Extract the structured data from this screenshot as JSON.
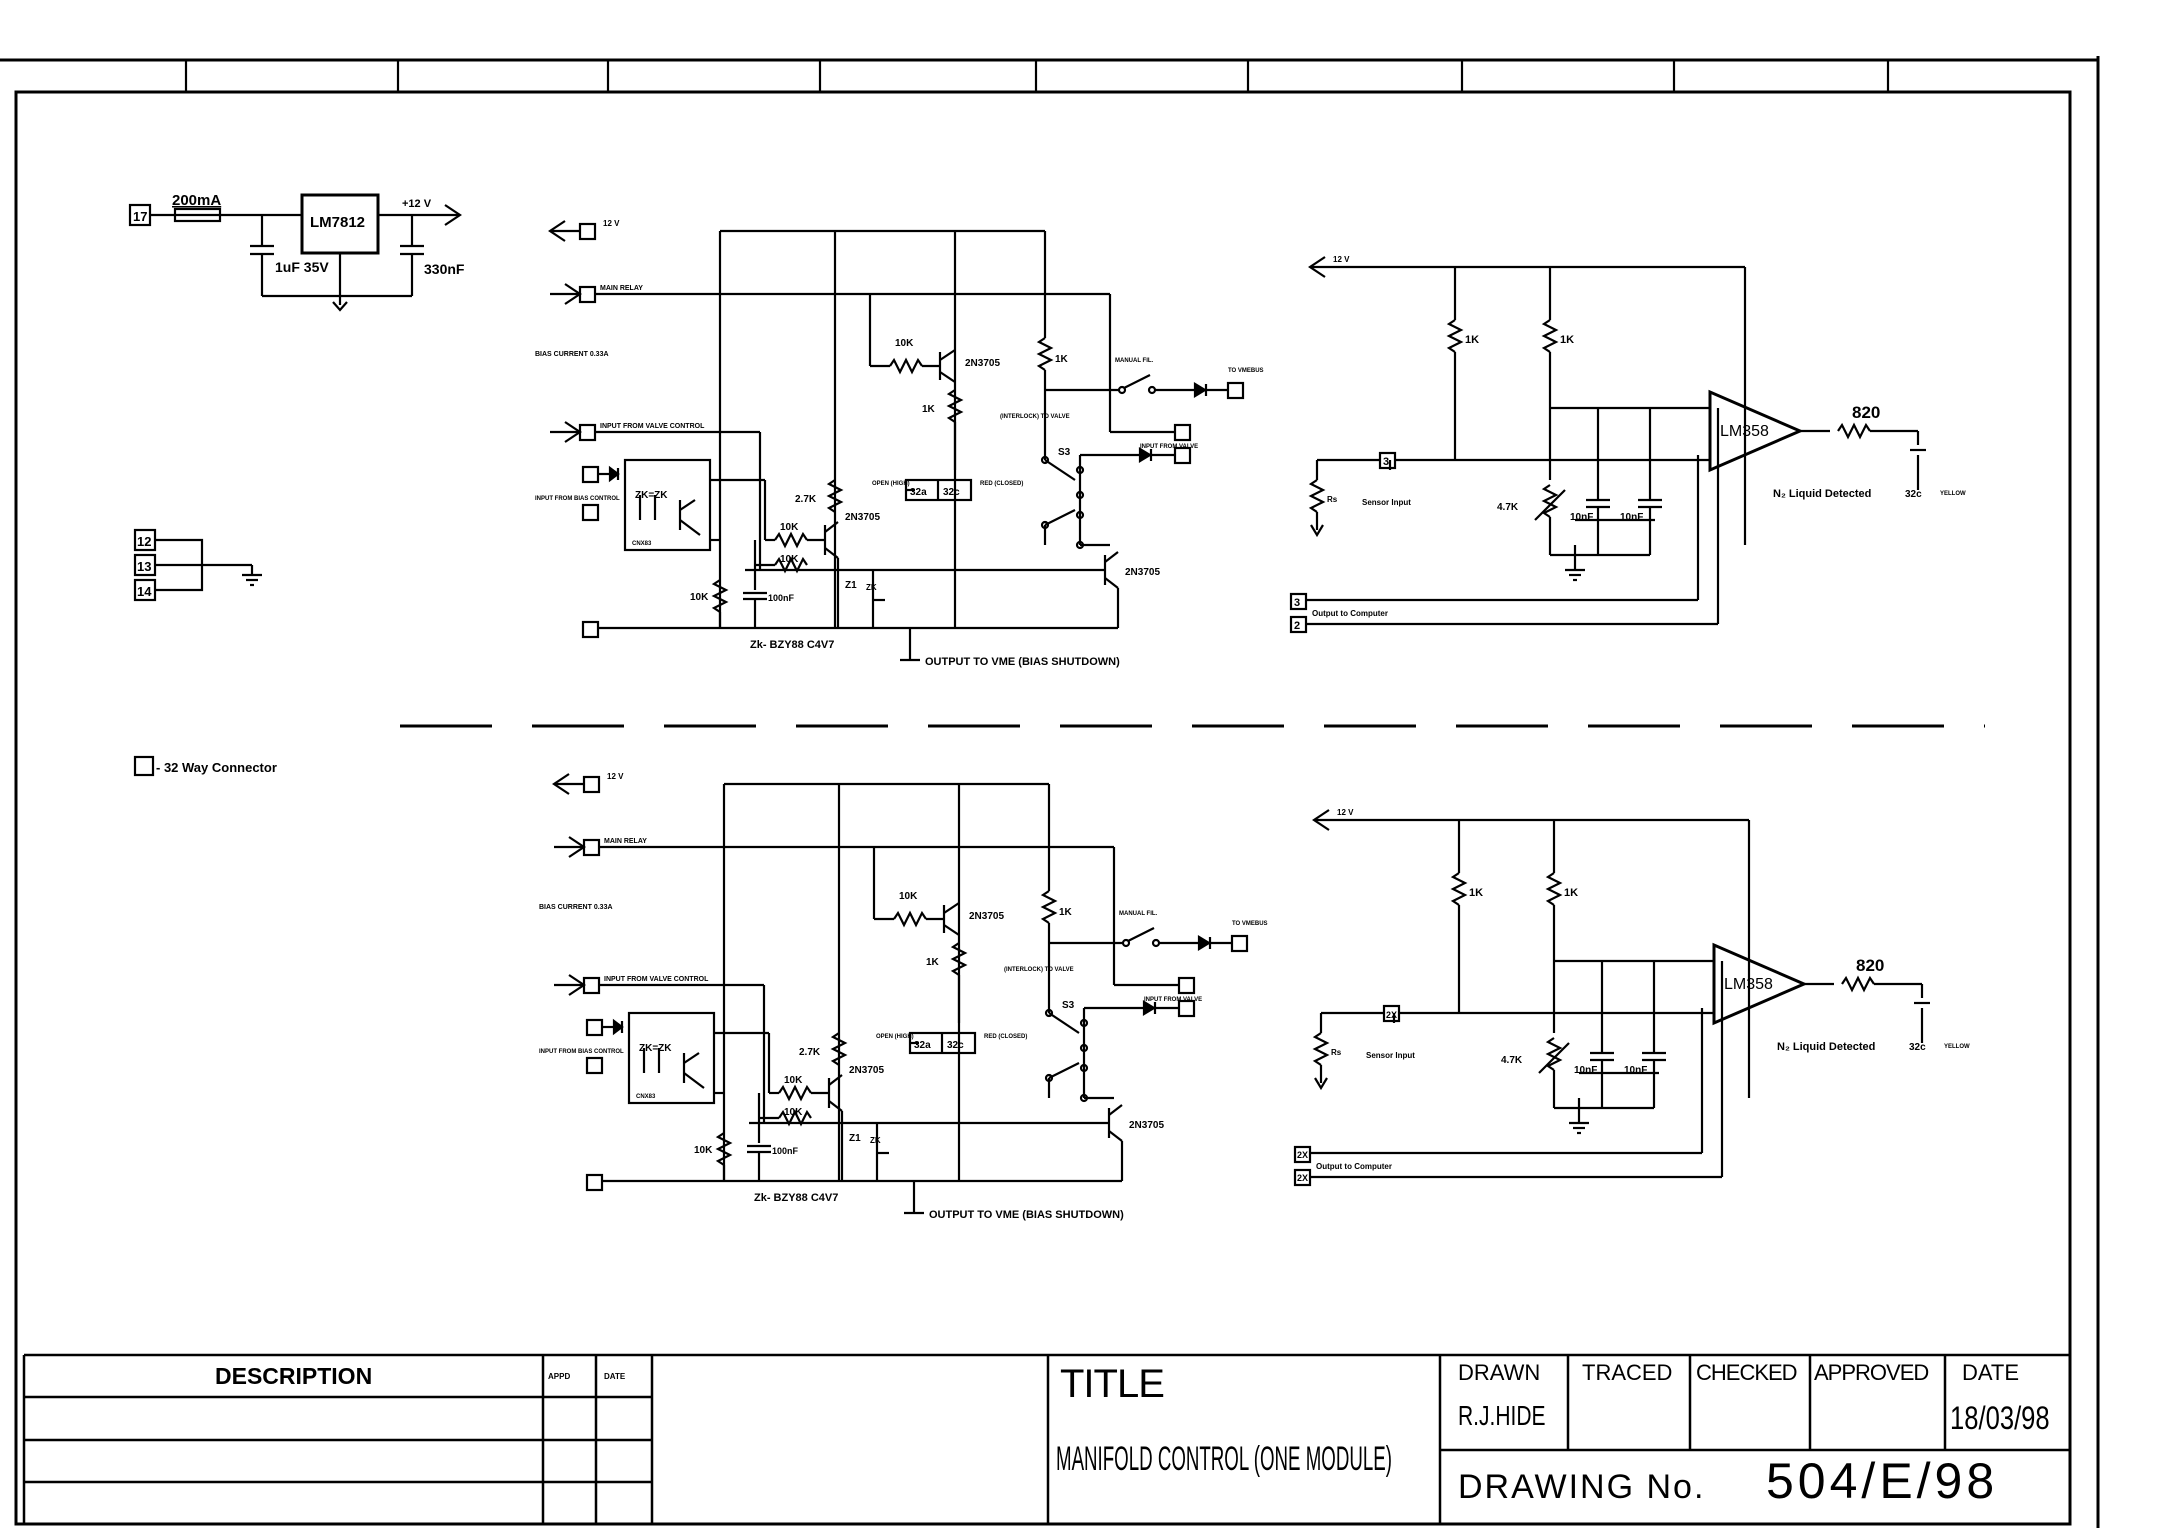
{
  "sheet": {
    "supply": {
      "connector": "17",
      "fuse": "200mA",
      "regulator": "LM7812",
      "output": "+12 V",
      "cap_in": "1uF 35V",
      "cap_out": "330nF"
    },
    "ground_connectors": [
      "12",
      "13",
      "14"
    ],
    "legend": "- 32 Way Connector",
    "module": {
      "supply": "12 V",
      "relay_input": "MAIN RELAY",
      "bias_note": "BIAS CURRENT 0.33A",
      "valve_input": "INPUT FROM VALVE CONTROL",
      "opto_input": "INPUT FROM BIAS CONTROL",
      "r10k_top": "10K",
      "q1": "2N3705",
      "r1k_a": "1K",
      "r1k_b": "1K",
      "manual_label": "MANUAL FIL.",
      "to_vme": "TO VMEBUS",
      "interlock": "(INTERLOCK) TO VALVE",
      "s3_label": "S3",
      "input_valve": "INPUT FROM VALVE",
      "open_label": "OPEN (HIGH)",
      "led_a": "32a",
      "led_b": "32c",
      "closed_label": "RED (CLOSED)",
      "r27k": "2.7K",
      "q2": "2N3705",
      "r10k_a": "10K",
      "r10k_b": "10K",
      "r10k_c": "10K",
      "cap100": "100nF",
      "z1": "Z1",
      "zk": "ZK",
      "q3": "2N3705",
      "zener_note": "Zk- BZY88 C4V7",
      "output_note": "OUTPUT TO VME (BIAS SHUTDOWN)",
      "opto": "ZK=ZK",
      "opto_part": "CNX83"
    },
    "sensor": {
      "supply": "12 V",
      "r1": "1K",
      "r2": "1K",
      "opamp": "LM358",
      "r_out": "820",
      "sensor_input": "Sensor Input",
      "pot": "4.7K",
      "cap1": "10nF",
      "cap2": "10nF",
      "detected": "N₂ Liquid Detected",
      "pin": "32c",
      "led_color": "YELLOW",
      "output": "Output to Computer",
      "rs": "Rs",
      "pins_top": [
        "3",
        "3",
        "2"
      ],
      "pins_bottom": [
        "2X",
        "2X",
        "2X"
      ]
    }
  },
  "title_block": {
    "description": "DESCRIPTION",
    "appd": "APPD",
    "date_small": "DATE",
    "title_label": "TITLE",
    "title": "MANIFOLD CONTROL (ONE MODULE)",
    "drawn_label": "DRAWN",
    "drawn_by": "R.J.HIDE",
    "traced_label": "TRACED",
    "checked_label": "CHECKED",
    "approved_label": "APPROVED",
    "date_label": "DATE",
    "date": "18/03/98",
    "drawing_no_label": "DRAWING No.",
    "drawing_no": "504/E/98"
  }
}
